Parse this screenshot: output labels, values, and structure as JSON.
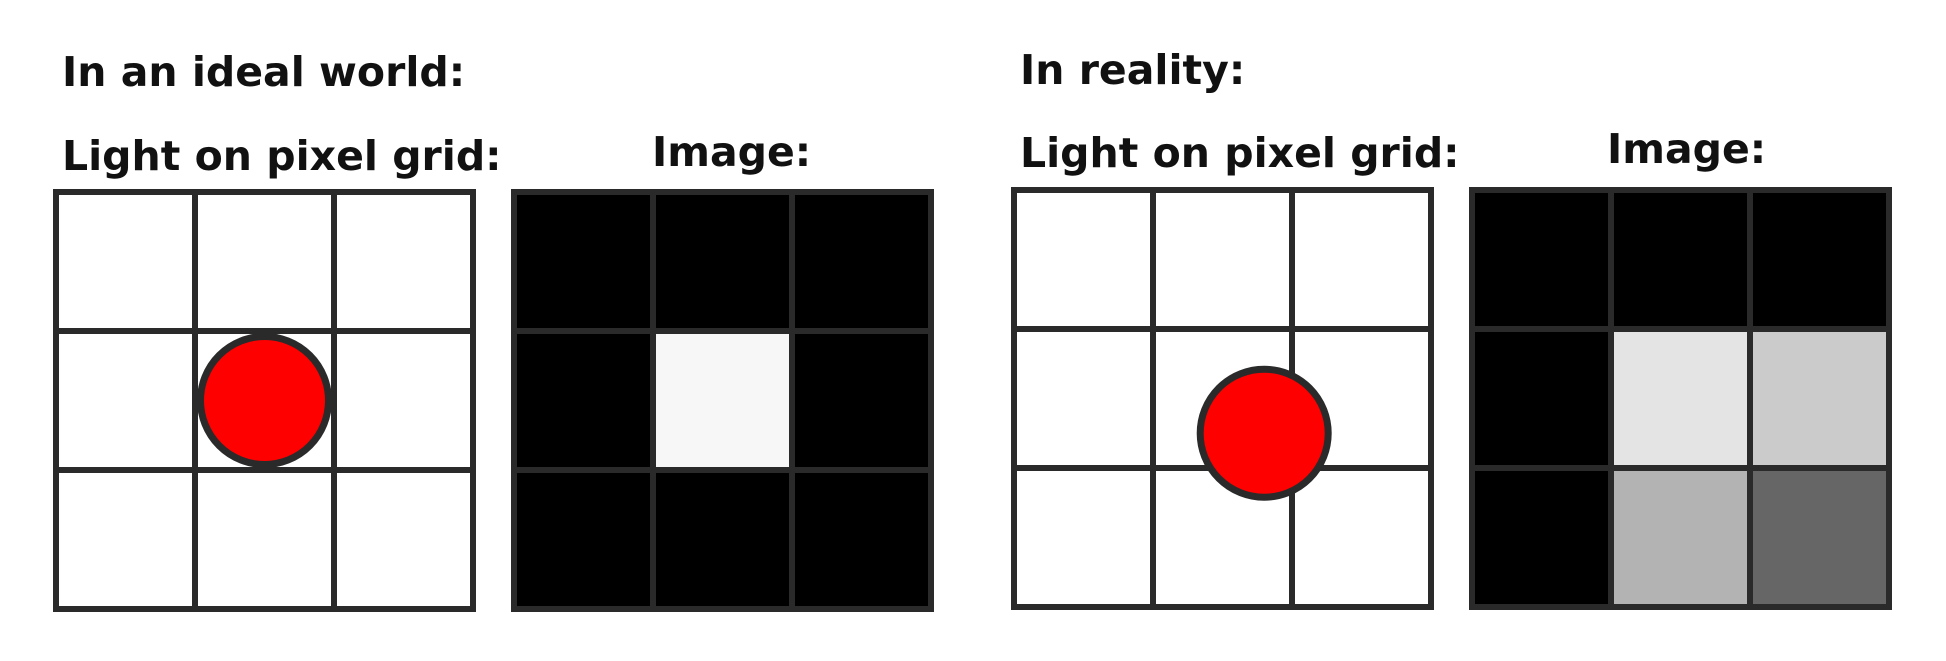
{
  "ideal": {
    "heading": "In an ideal world:",
    "grid_label": "Light on pixel grid:",
    "image_label": "Image:",
    "image_cells": [
      [
        "#000000",
        "#000000",
        "#000000"
      ],
      [
        "#000000",
        "#f7f7f7",
        "#000000"
      ],
      [
        "#000000",
        "#000000",
        "#000000"
      ]
    ],
    "light_spot": {
      "col": 1.5,
      "row": 1.5
    }
  },
  "reality": {
    "heading": "In reality:",
    "grid_label": "Light on pixel grid:",
    "image_label": "Image:",
    "image_cells": [
      [
        "#000000",
        "#000000",
        "#000000"
      ],
      [
        "#000000",
        "#e4e4e4",
        "#cbcbcb"
      ],
      [
        "#000000",
        "#b3b3b3",
        "#666666"
      ]
    ],
    "light_spot": {
      "col": 1.8,
      "row": 1.75
    }
  },
  "colors": {
    "grid_line": "#2a2a2a",
    "cell_background": "#ffffff",
    "light": "#ff0000"
  }
}
